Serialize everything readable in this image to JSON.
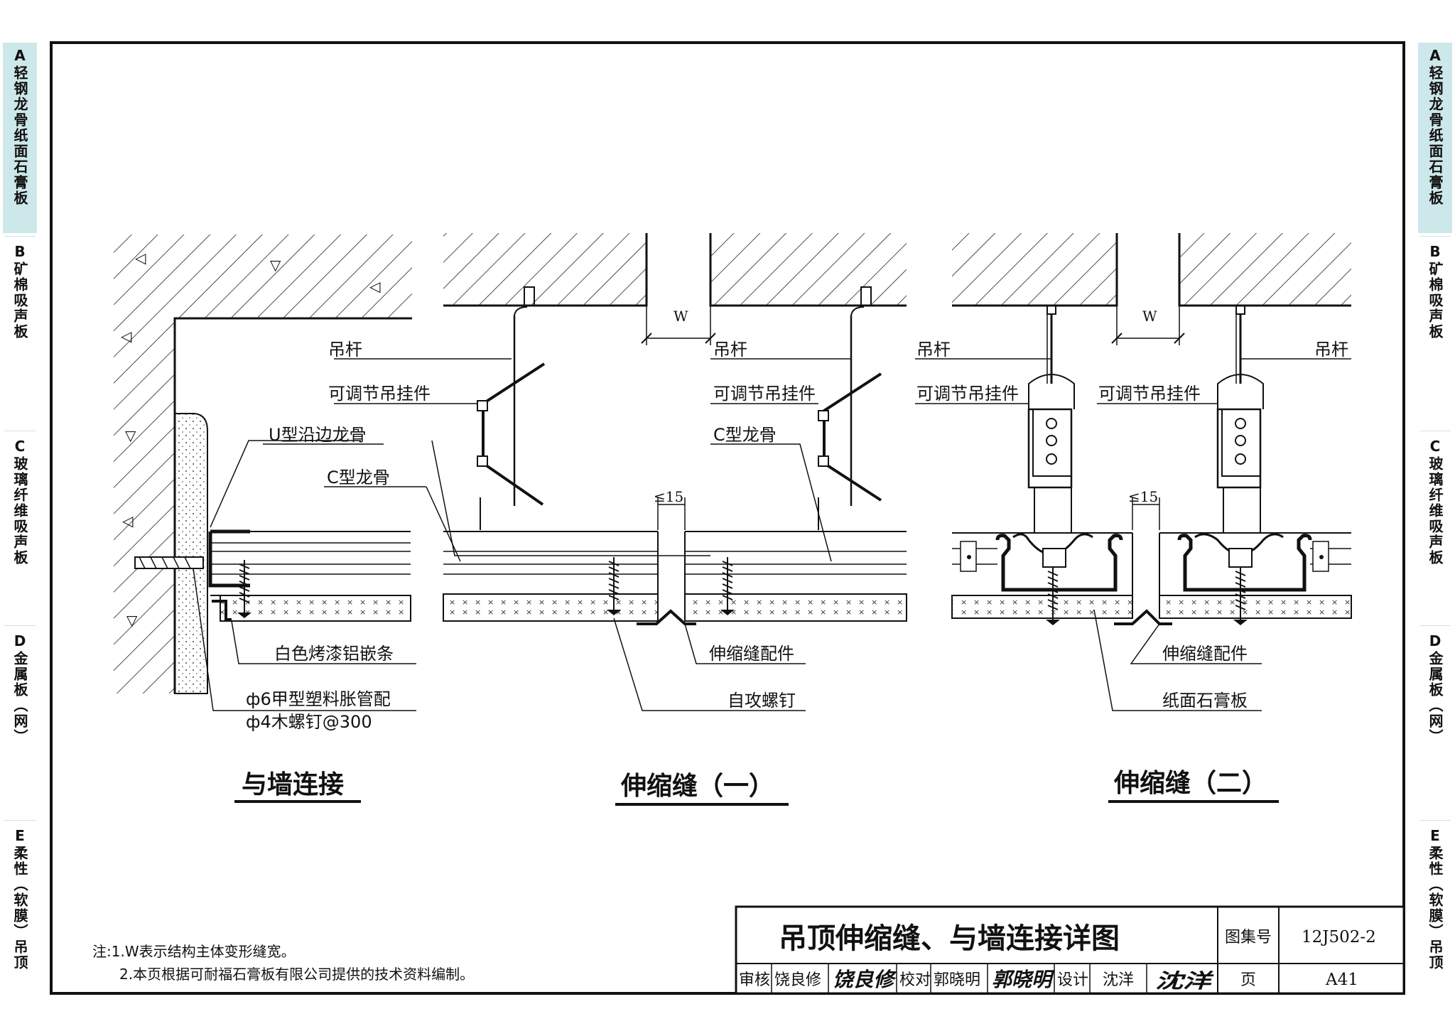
{
  "side_tabs": [
    {
      "text": "A轻钢龙骨纸面石膏板",
      "active": true
    },
    {
      "text": "B矿棉吸声板",
      "active": false
    },
    {
      "text": "C玻璃纤维吸声板",
      "active": false
    },
    {
      "text": "D金属板（网）",
      "active": false
    },
    {
      "text": "E柔性（软膜）吊顶",
      "active": false
    }
  ],
  "details": {
    "wall": {
      "caption": "与墙连接",
      "labels": {
        "u_keel": "U型沿边龙骨",
        "c_keel": "C型龙骨",
        "trim": "白色烤漆铝嵌条",
        "anchor": "ф6甲型塑料胀管配",
        "screw": "ф4木螺钉@300"
      }
    },
    "joint1": {
      "caption": "伸缩缝（一）",
      "labels": {
        "rod_left": "吊杆",
        "hanger_left": "可调节吊挂件",
        "rod_right": "吊杆",
        "hanger_right": "可调节吊挂件",
        "c_keel": "C型龙骨",
        "fitting": "伸缩缝配件",
        "tapping_screw": "自攻螺钉"
      },
      "dims": {
        "width": "W",
        "gap": "≤15"
      }
    },
    "joint2": {
      "caption": "伸缩缝（二）",
      "labels": {
        "rod_left": "吊杆",
        "hanger_left": "可调节吊挂件",
        "hanger_right": "可调节吊挂件",
        "rod_right": "吊杆",
        "fitting": "伸缩缝配件",
        "board": "纸面石膏板"
      },
      "dims": {
        "width": "W",
        "gap": "≤15"
      }
    }
  },
  "notes": {
    "line1": "注:1.W表示结构主体变形缝宽。",
    "line2": "2.本页根据可耐福石膏板有限公司提供的技术资料编制。"
  },
  "title_block": {
    "title": "吊顶伸缩缝、与墙连接详图",
    "atlas_label": "图集号",
    "atlas_no": "12J502-2",
    "review_label": "审核",
    "review_name": "饶良修",
    "review_sig": "饶良修",
    "check_label": "校对",
    "check_name": "郭晓明",
    "check_sig": "郭晓明",
    "design_label": "设计",
    "design_name": "沈洋",
    "design_sig": "沈洋",
    "page_label": "页",
    "page_no": "A41"
  }
}
